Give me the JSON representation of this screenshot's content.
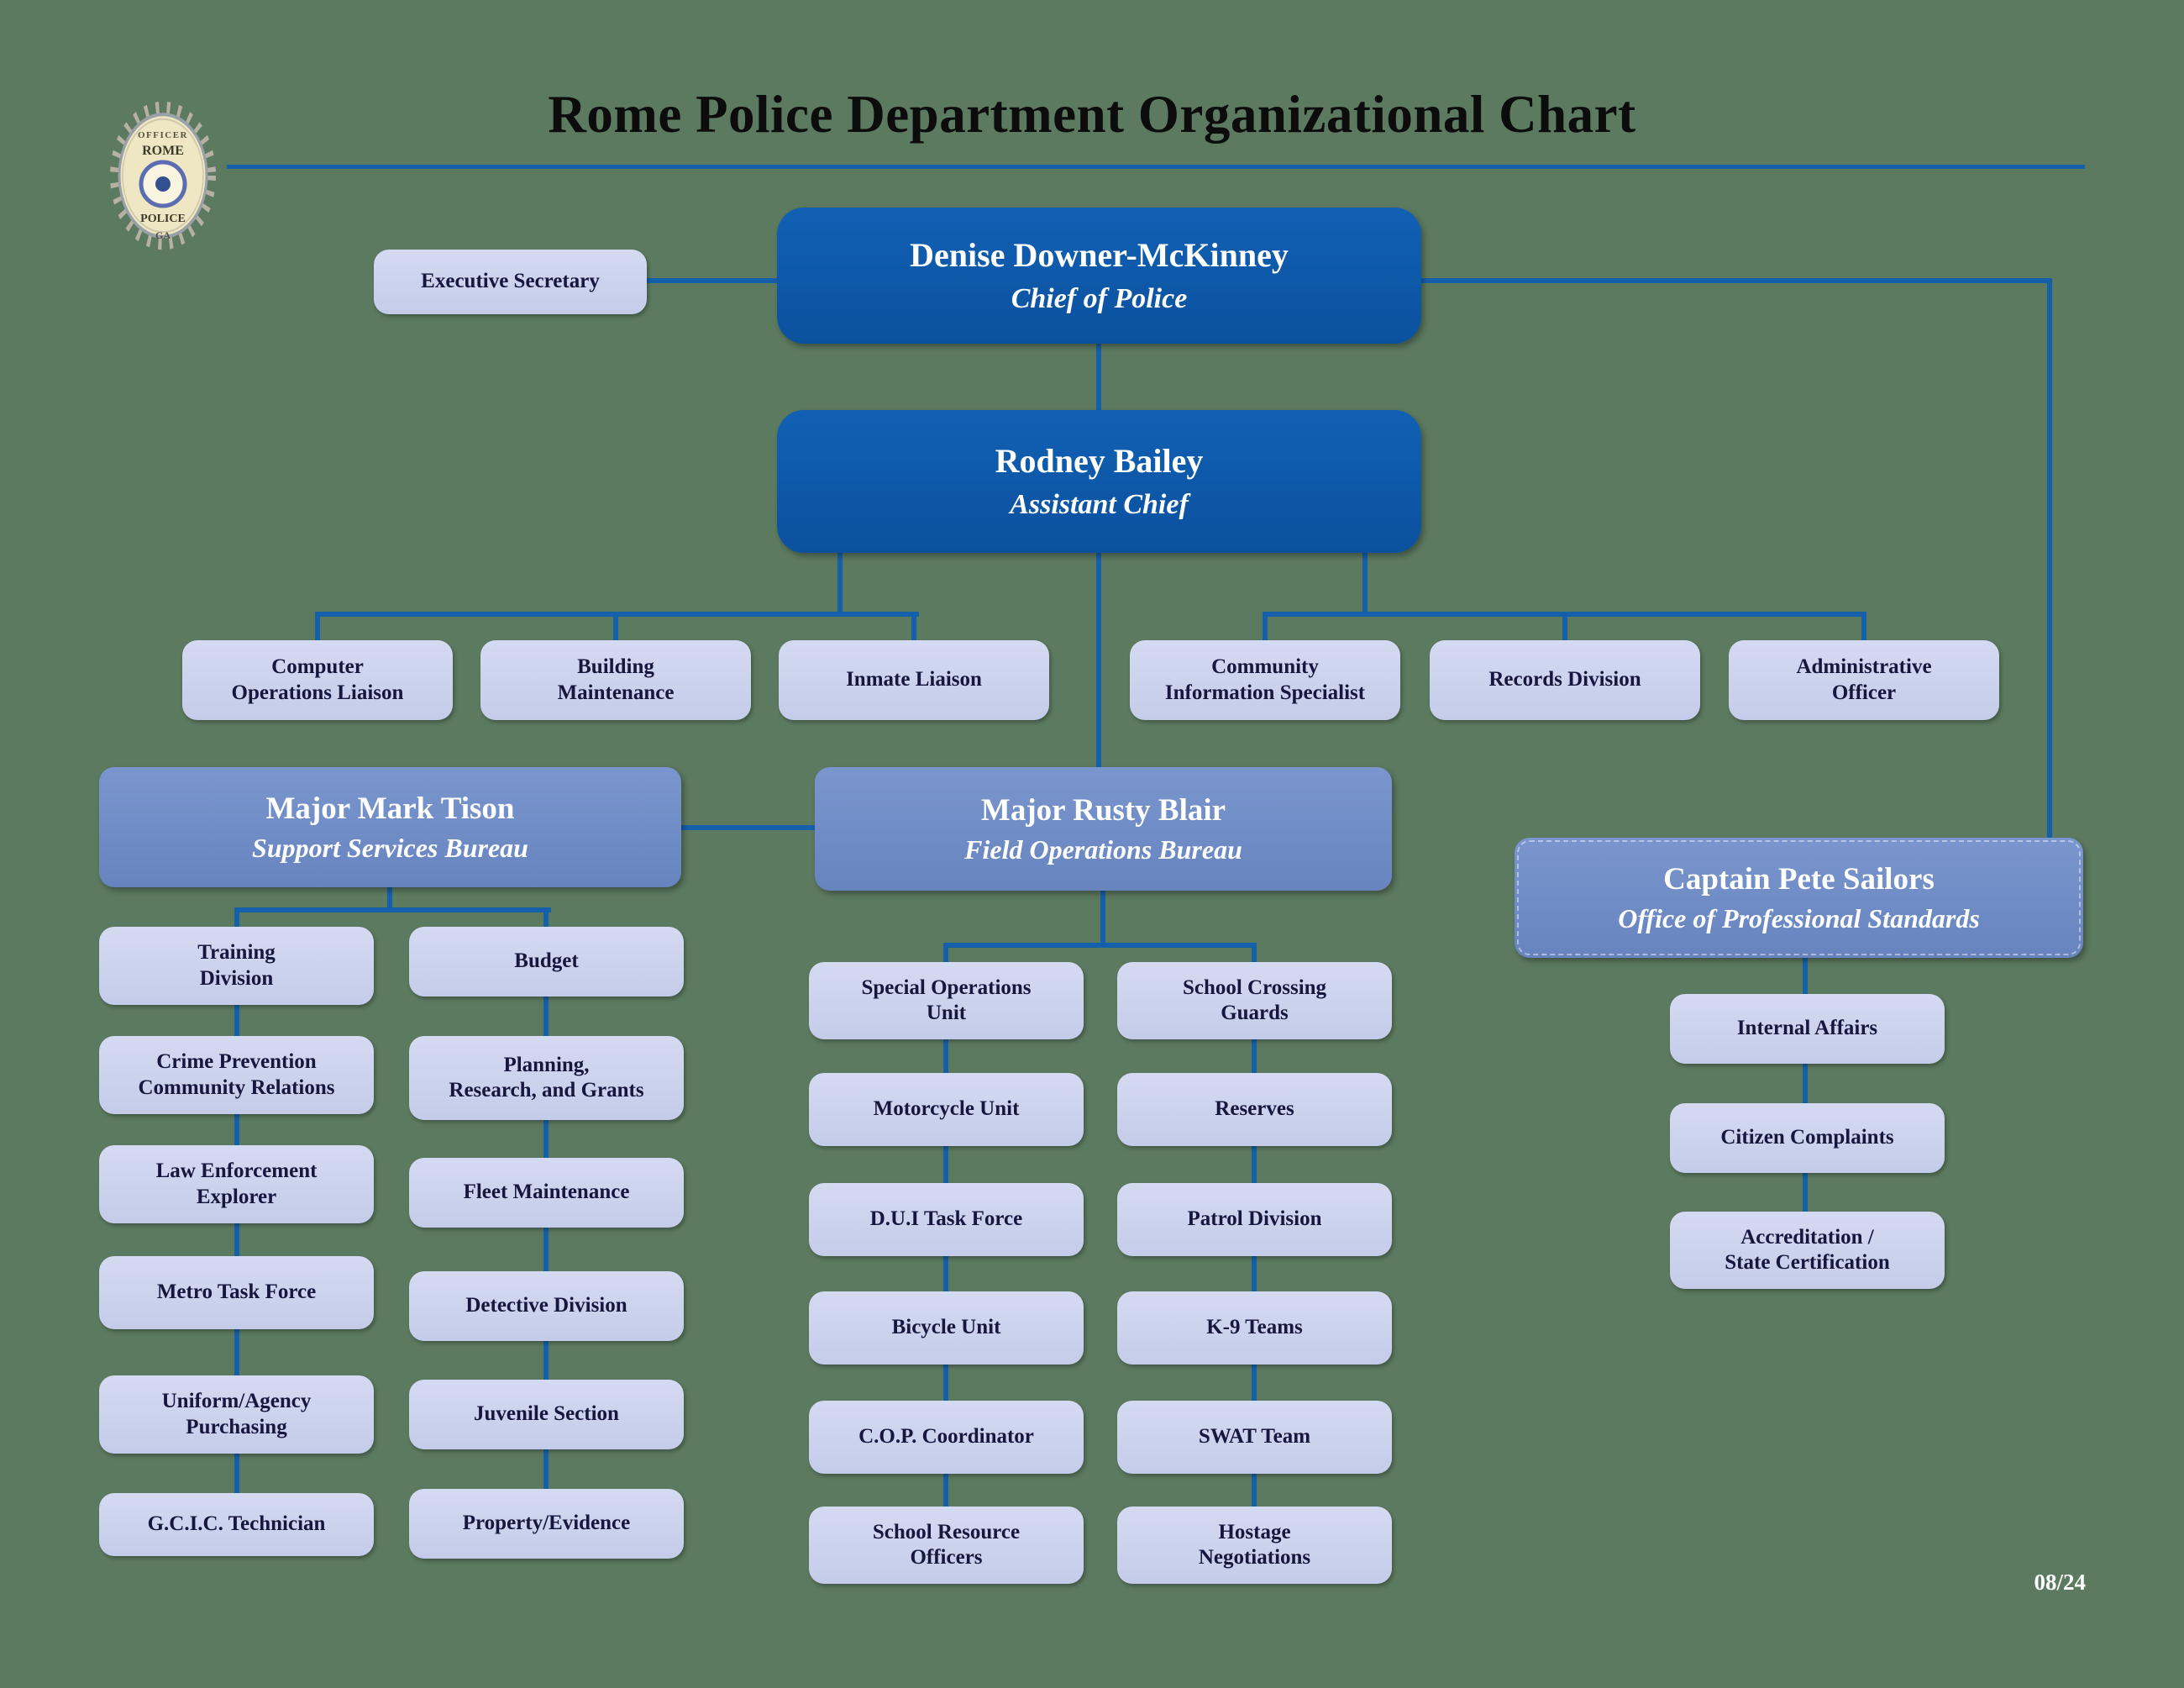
{
  "page": {
    "title": "Rome Police Department Organizational Chart",
    "revision_date": "08/24"
  },
  "badge": {
    "arc_top": "OFFICER",
    "city": "ROME",
    "bottom": "POLICE",
    "state": "GA"
  },
  "leadership": {
    "executive_secretary": "Executive Secretary",
    "chief": {
      "name": "Denise Downer-McKinney",
      "title": "Chief of Police"
    },
    "assistant_chief": {
      "name": "Rodney Bailey",
      "title": "Assistant Chief"
    }
  },
  "admin_units": [
    "Computer\nOperations Liaison",
    "Building\nMaintenance",
    "Inmate Liaison",
    "Community\nInformation Specialist",
    "Records Division",
    "Administrative\nOfficer"
  ],
  "bureaus": {
    "support_services": {
      "name": "Major Mark Tison",
      "title": "Support Services Bureau",
      "col1": [
        "Training\nDivision",
        "Crime Prevention\nCommunity Relations",
        "Law Enforcement\nExplorer",
        "Metro Task Force",
        "Uniform/Agency\nPurchasing",
        "G.C.I.C. Technician"
      ],
      "col2": [
        "Budget",
        "Planning,\nResearch, and Grants",
        "Fleet Maintenance",
        "Detective Division",
        "Juvenile Section",
        "Property/Evidence"
      ]
    },
    "field_operations": {
      "name": "Major Rusty Blair",
      "title": "Field Operations Bureau",
      "col1": [
        "Special Operations\nUnit",
        "Motorcycle Unit",
        "D.U.I Task Force",
        "Bicycle Unit",
        "C.O.P. Coordinator",
        "School Resource\nOfficers"
      ],
      "col2": [
        "School Crossing\nGuards",
        "Reserves",
        "Patrol Division",
        "K-9 Teams",
        "SWAT Team",
        "Hostage\nNegotiations"
      ]
    },
    "professional_standards": {
      "name": "Captain Pete Sailors",
      "title": "Office of Professional Standards",
      "units": [
        "Internal Affairs",
        "Citizen Complaints",
        "Accreditation /\nState Certification"
      ]
    }
  },
  "colors": {
    "background": "#5c7a60",
    "dark_blue": "#0e59a9",
    "mid_blue": "#6f8cc5",
    "light_box": "#cbd2ec",
    "connector": "#1560ab"
  }
}
